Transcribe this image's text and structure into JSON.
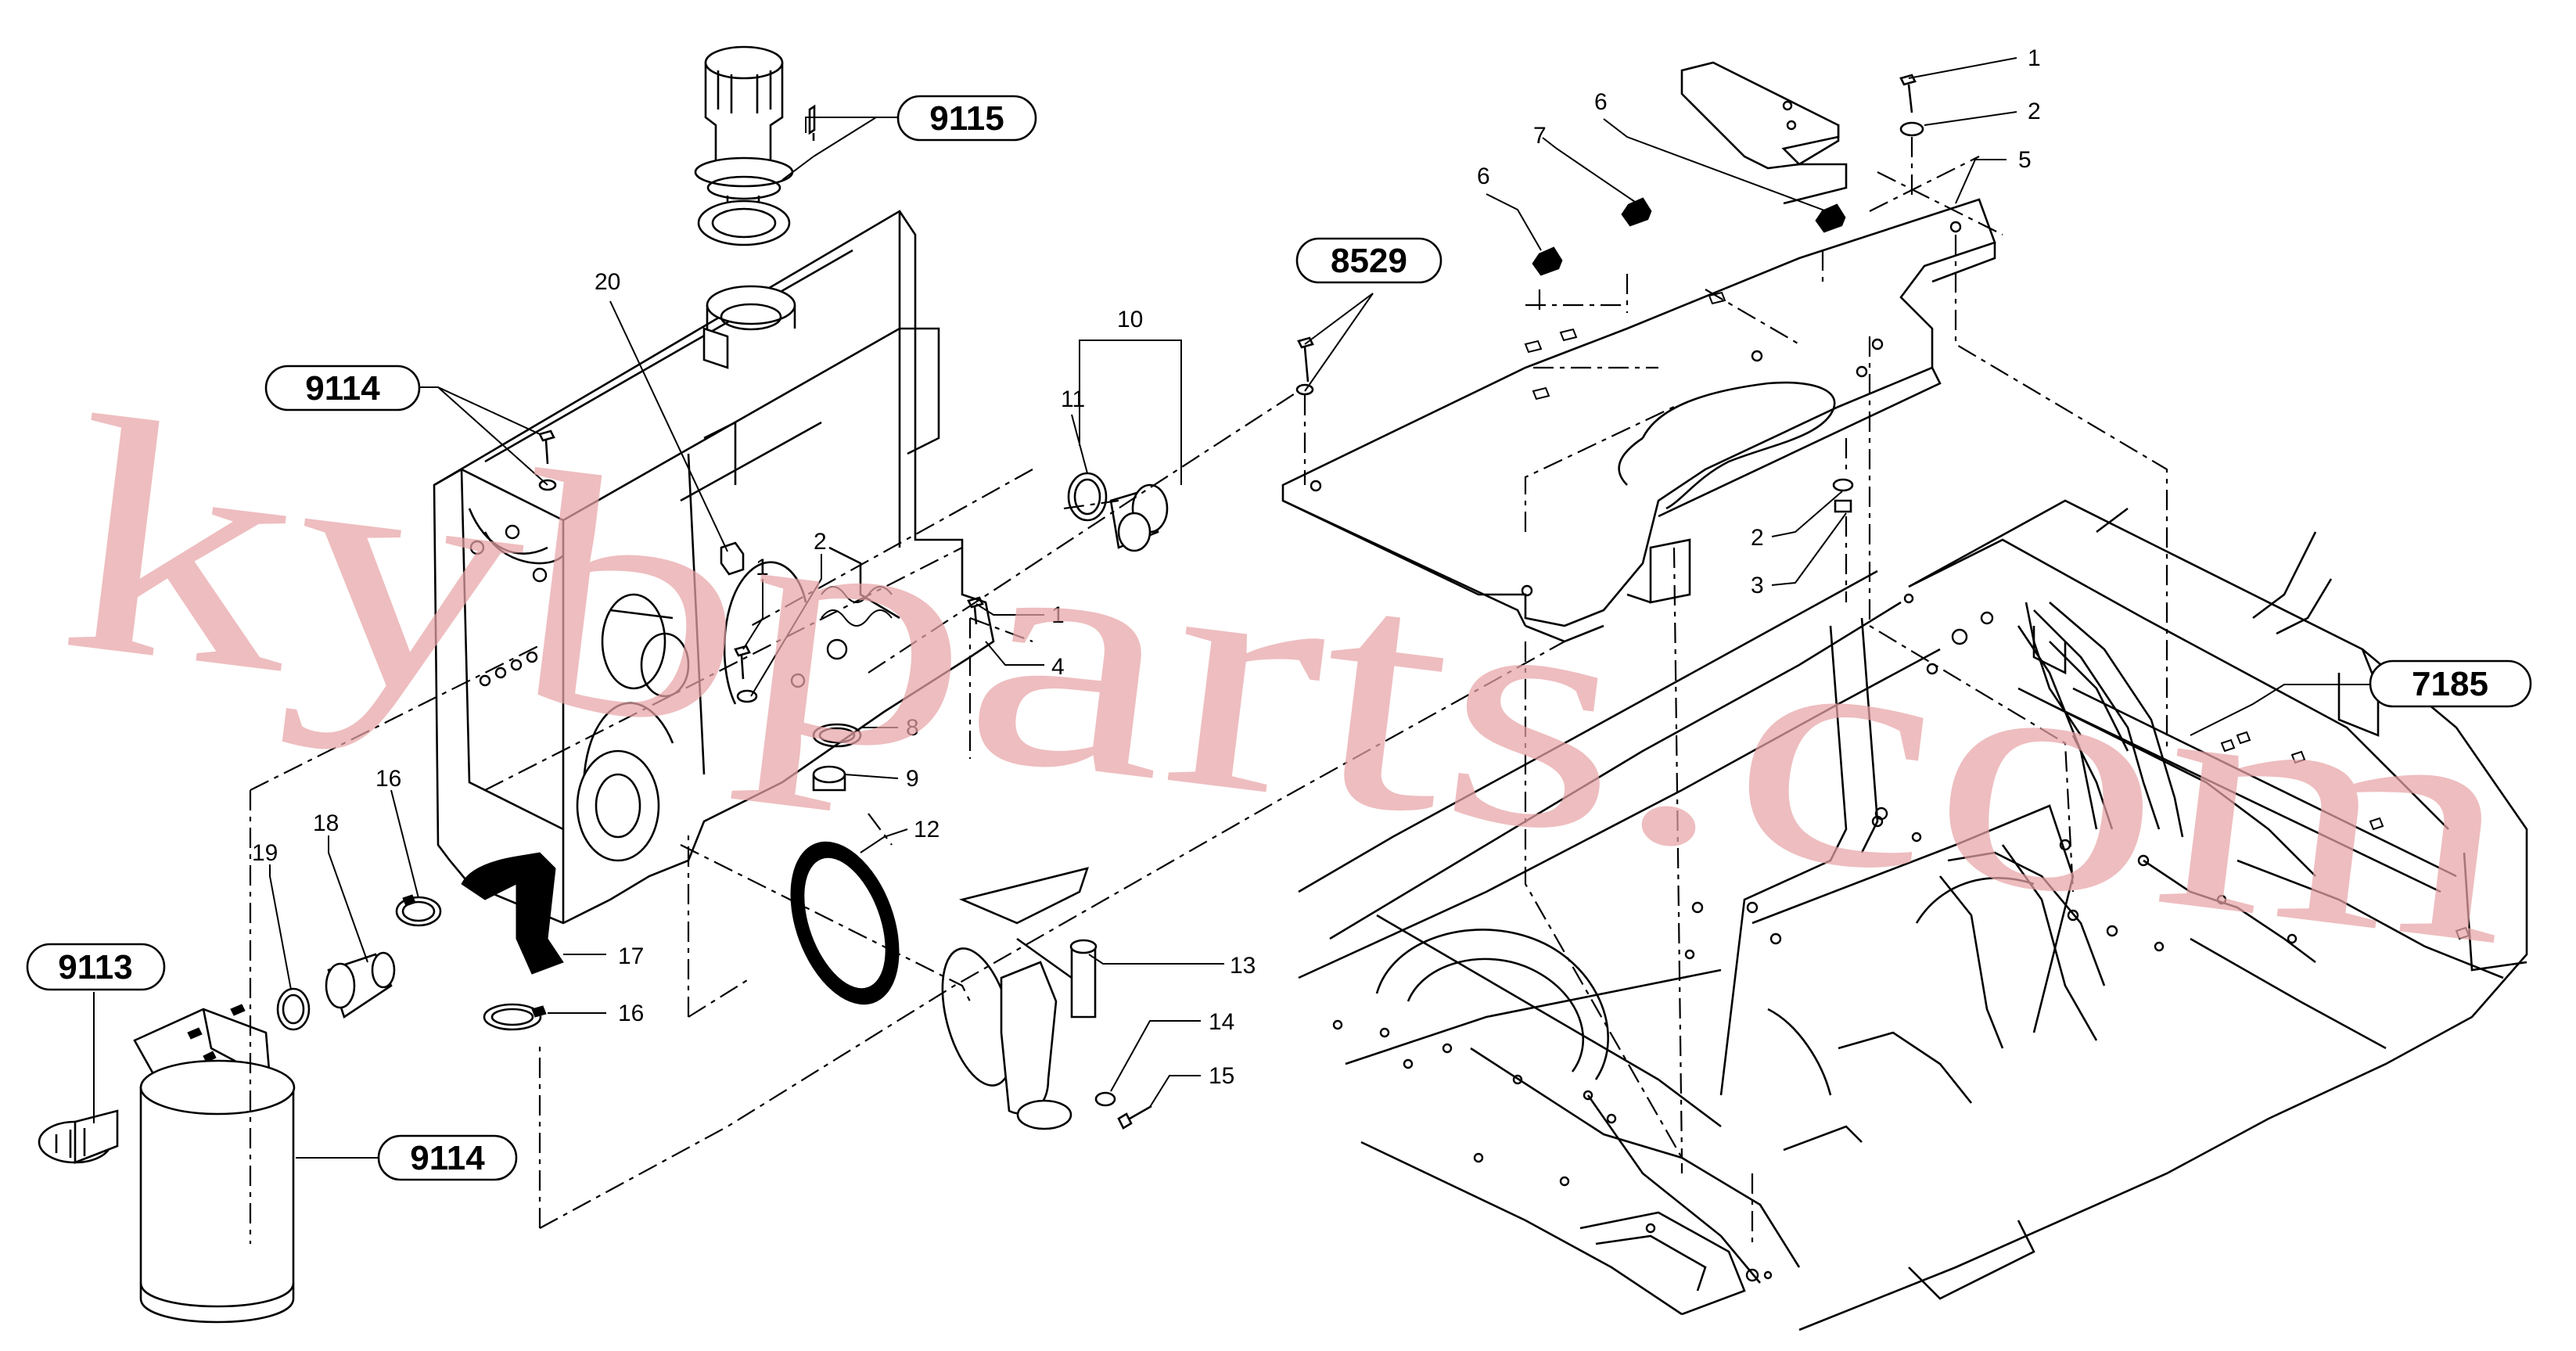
{
  "watermark": "kybparts.com",
  "callouts": {
    "c9115": "9115",
    "c9114_top": "9114",
    "c8529": "8529",
    "c7185": "7185",
    "c9113": "9113",
    "c9114_bottom": "9114"
  },
  "part_numbers": {
    "p1_top_right": "1",
    "p2_top_right": "2",
    "p5": "5",
    "p6_left": "6",
    "p7": "7",
    "p6_right": "6",
    "p2_mid_right": "2",
    "p3": "3",
    "p10": "10",
    "p11": "11",
    "p20": "20",
    "p1_left": "1",
    "p2_left": "2",
    "p1_mid": "1",
    "p4": "4",
    "p8": "8",
    "p9": "9",
    "p12": "12",
    "p13": "13",
    "p14": "14",
    "p15": "15",
    "p16_top": "16",
    "p18": "18",
    "p19": "19",
    "p17": "17",
    "p16_bottom": "16"
  }
}
